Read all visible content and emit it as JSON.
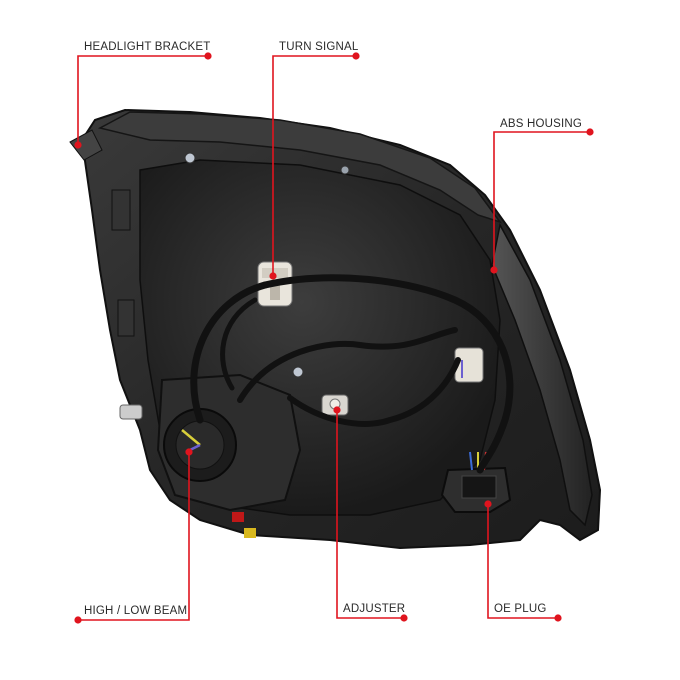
{
  "callouts": {
    "headlight_bracket": "HEADLIGHT BRACKET",
    "turn_signal": "TURN SIGNAL",
    "abs_housing": "ABS HOUSING",
    "high_low_beam": "HIGH / LOW BEAM",
    "adjuster": "ADJUSTER",
    "oe_plug": "OE PLUG"
  },
  "colors": {
    "callout_line": "#e0141e",
    "housing": "#2b2b2b",
    "housing_dark": "#161616",
    "housing_light": "#4a4a4a",
    "wire": "#111111"
  }
}
